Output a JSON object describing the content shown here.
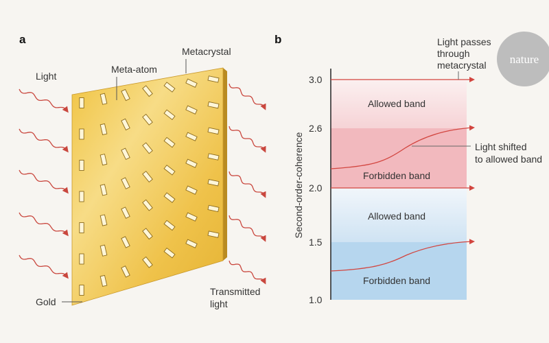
{
  "panel_a": {
    "letter": "a",
    "labels": {
      "light": "Light",
      "meta_atom": "Meta-atom",
      "metacrystal": "Metacrystal",
      "gold": "Gold",
      "transmitted_line1": "Transmitted",
      "transmitted_line2": "light"
    },
    "colors": {
      "gold_face": "#f0c646",
      "gold_edge": "#c9982a",
      "wave": "#c9473e"
    }
  },
  "panel_b": {
    "letter": "b",
    "ylabel": "Second-order-coherence",
    "ticks": [
      "3.0",
      "2.6",
      "2.0",
      "1.5",
      "1.0"
    ],
    "bands": {
      "top_allowed": "Allowed band",
      "top_forbidden": "Forbidden band",
      "bottom_allowed": "Allowed band",
      "bottom_forbidden": "Forbidden band"
    },
    "annotations": {
      "passes_line1": "Light passes",
      "passes_line2": "through",
      "passes_line3": "metacrystal",
      "shifted_line1": "Light shifted",
      "shifted_line2": "to allowed band"
    },
    "colors": {
      "pink_light": "#f8e1e2",
      "pink_dark": "#f2b8bd",
      "blue_light": "#dcebf6",
      "blue_dark": "#b3d5ee",
      "arrow": "#d2453f"
    }
  },
  "logo": {
    "text": "nature",
    "color": "#bdbdbd"
  }
}
